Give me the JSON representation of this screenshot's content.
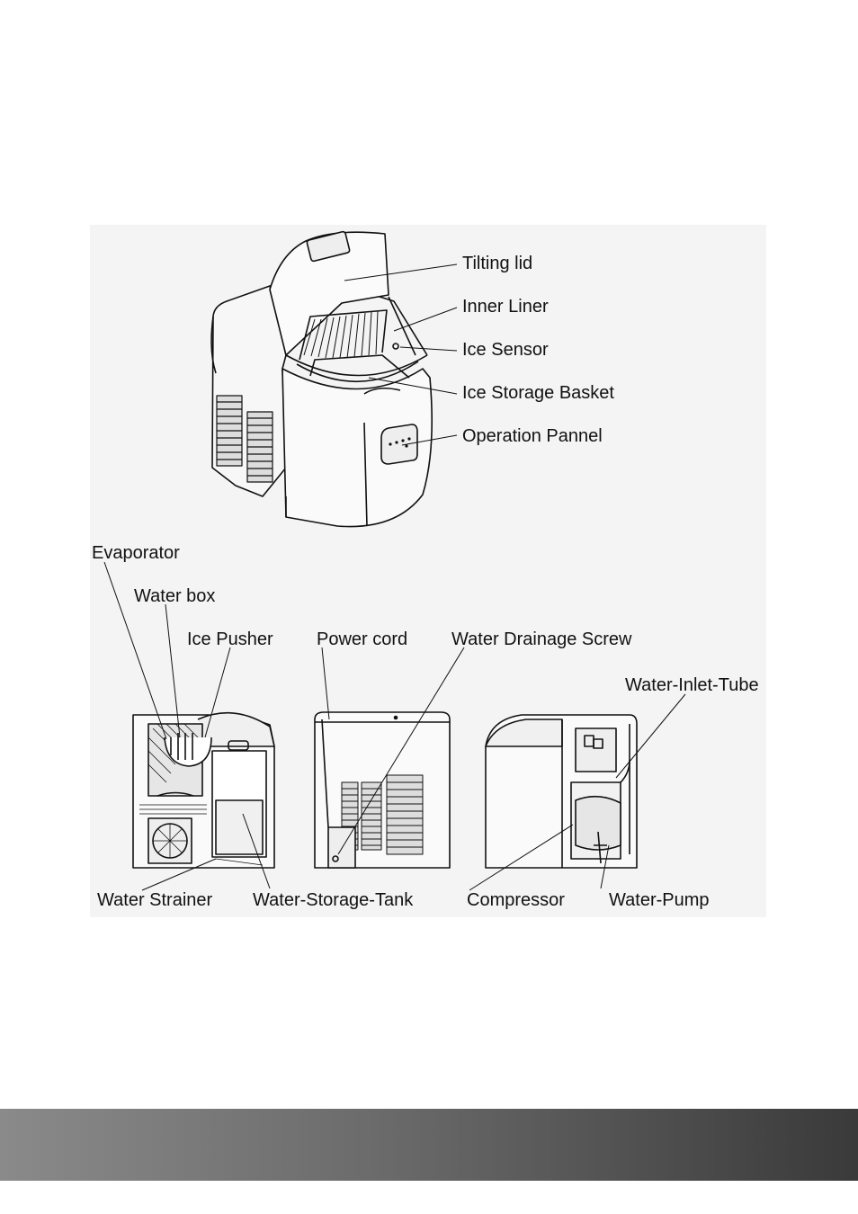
{
  "labels": {
    "tilting_lid": "Tilting lid",
    "inner_liner": "Inner Liner",
    "ice_sensor": "Ice Sensor",
    "ice_storage_basket": "Ice Storage Basket",
    "operation_pannel": "Operation Pannel",
    "evaporator": "Evaporator",
    "water_box": "Water box",
    "ice_pusher": "Ice Pusher",
    "power_cord": "Power cord",
    "water_drainage_screw": "Water Drainage Screw",
    "water_inlet_tube": "Water-Inlet-Tube",
    "water_strainer": "Water Strainer",
    "water_storage_tank": "Water-Storage-Tank",
    "compressor": "Compressor",
    "water_pump": "Water-Pump"
  },
  "colors": {
    "background": "#ffffff",
    "drawing_panel": "#f4f4f4",
    "line": "#111111",
    "footer_start": "#8a8a8a",
    "footer_end": "#3a3a3a"
  }
}
